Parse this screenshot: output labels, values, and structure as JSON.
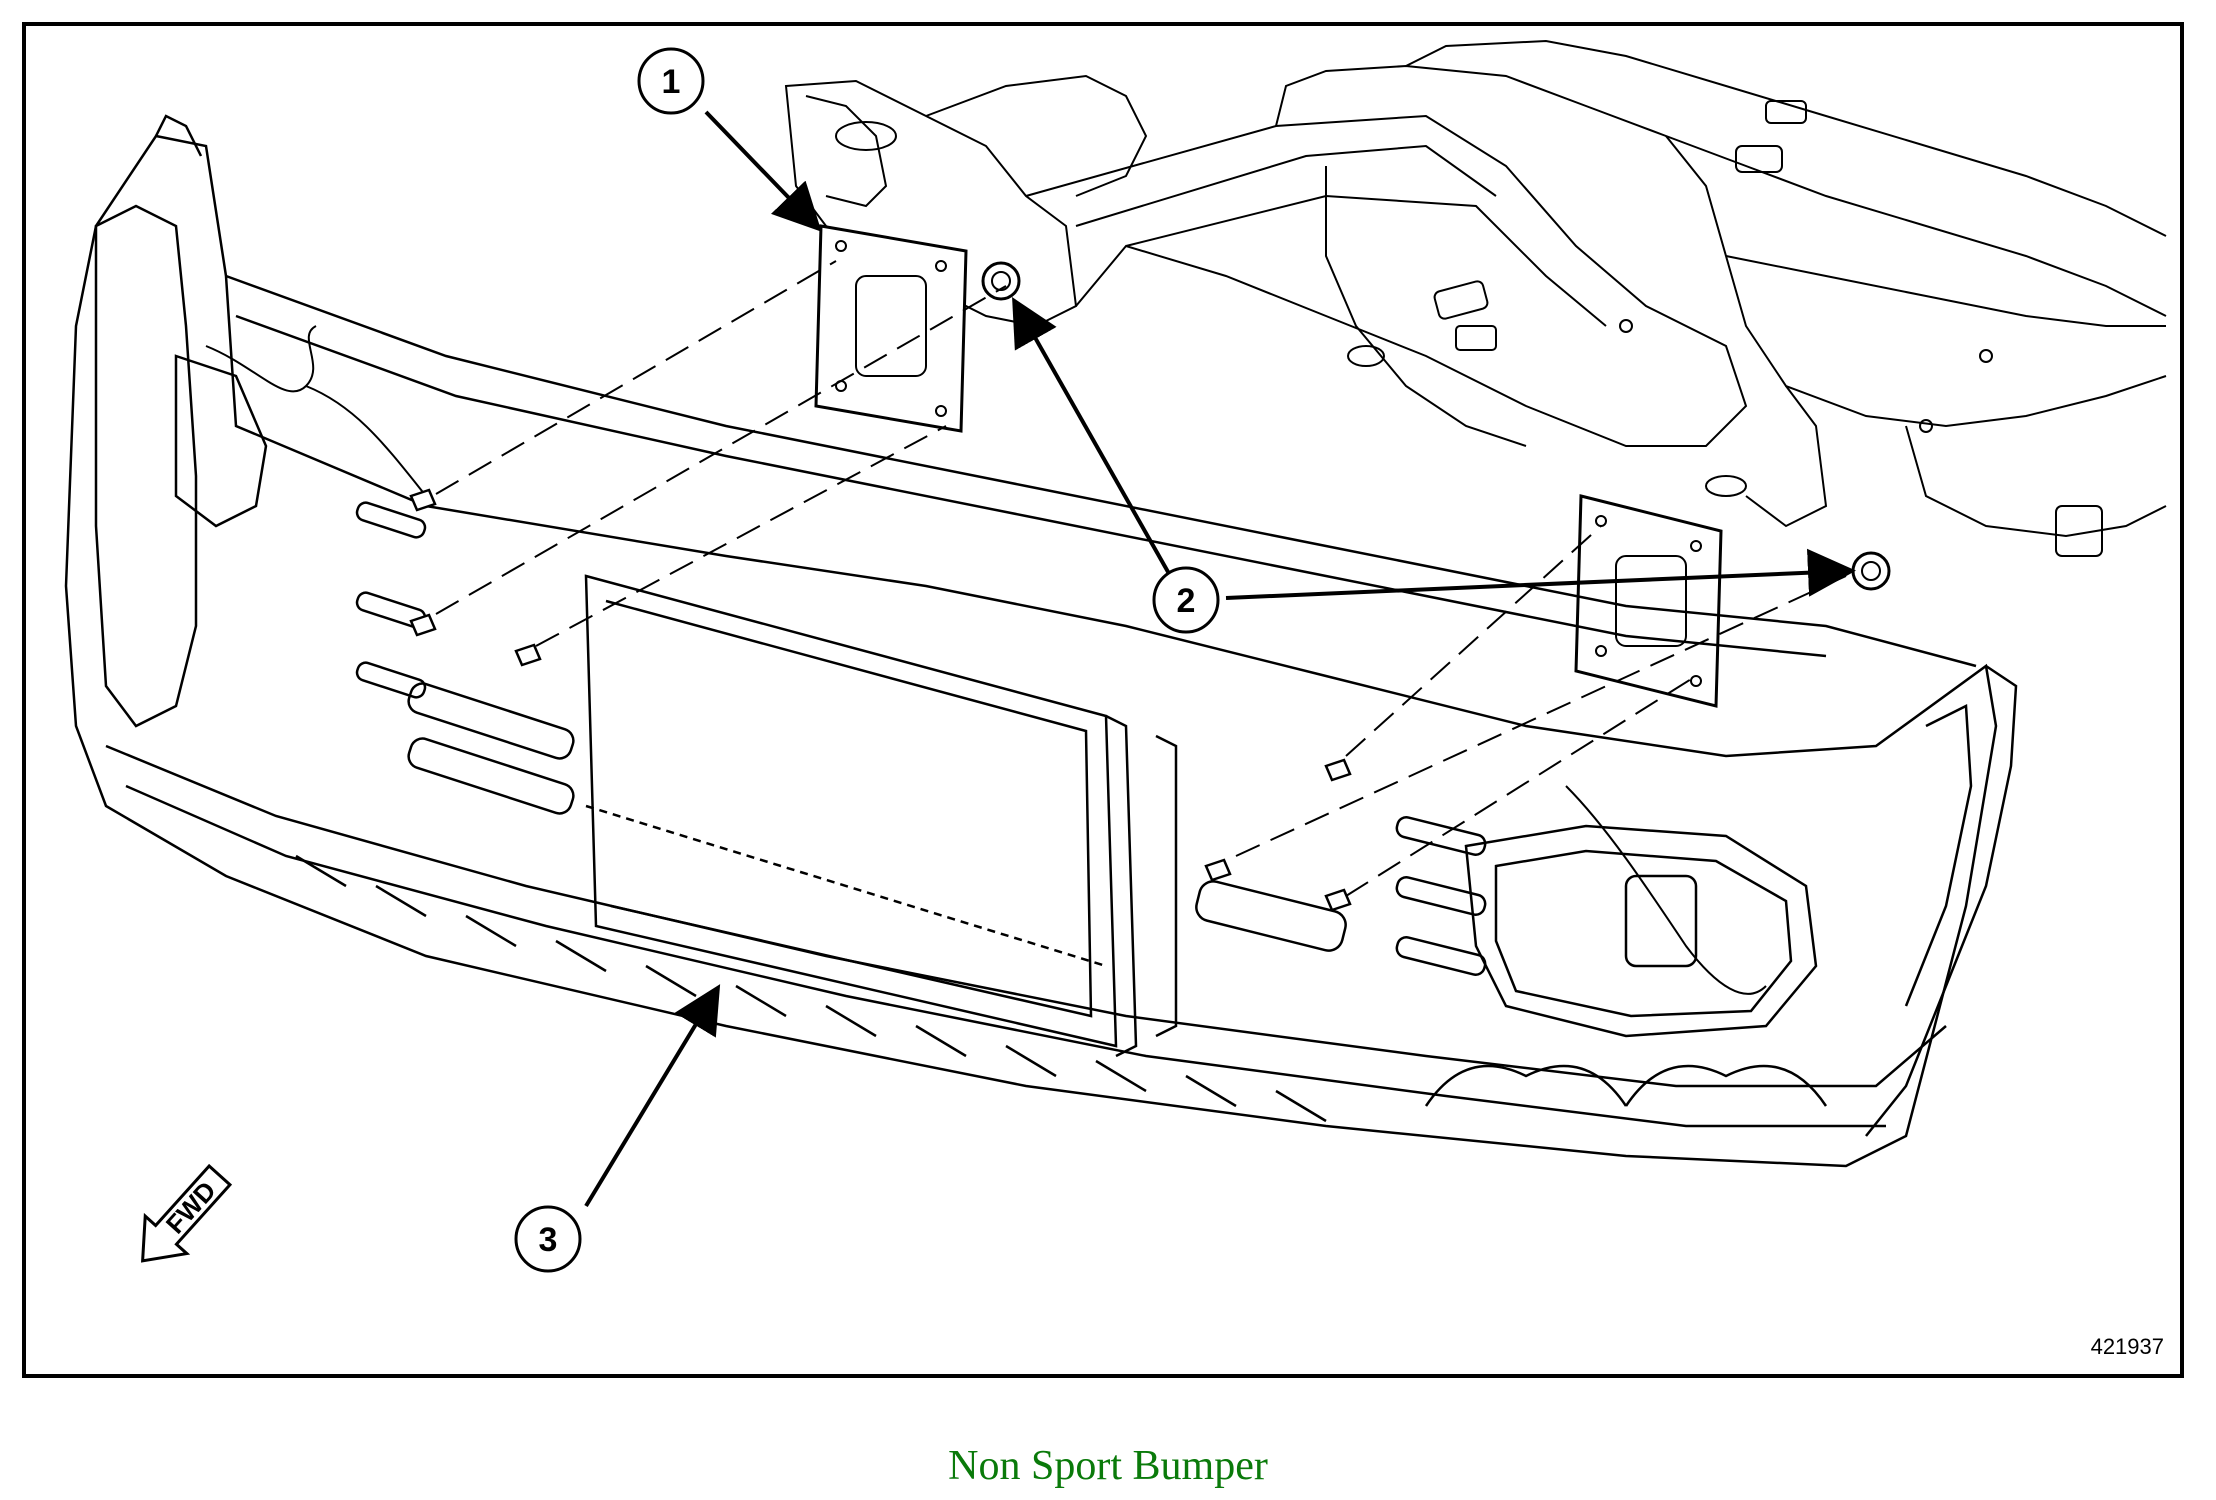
{
  "diagram": {
    "callouts": [
      {
        "id": "1",
        "label": "1"
      },
      {
        "id": "2",
        "label": "2"
      },
      {
        "id": "3",
        "label": "3"
      }
    ],
    "direction_arrow": {
      "label": "FWD",
      "icon": "fwd-arrow-icon"
    },
    "reference_number": "421937"
  },
  "caption": "Non Sport Bumper"
}
